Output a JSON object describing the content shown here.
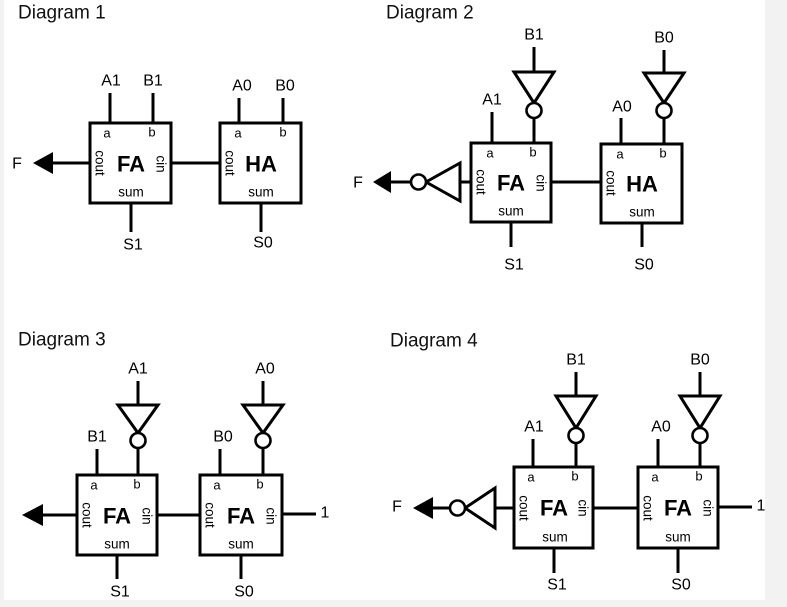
{
  "canvas": {
    "bg": "#ffffff",
    "margin": "#f2f2f2",
    "ink": "#000000"
  },
  "d1": {
    "title": "Diagram 1",
    "in_a1": "A1",
    "in_b1": "B1",
    "in_a0": "A0",
    "in_b0": "B0",
    "out_f": "F",
    "out_s1": "S1",
    "out_s0": "S0",
    "fa": {
      "label": "FA",
      "a": "a",
      "b": "b",
      "cout": "cout",
      "cin": "cin",
      "sum": "sum"
    },
    "ha": {
      "label": "HA",
      "a": "a",
      "b": "b",
      "cout": "cout",
      "sum": "sum"
    }
  },
  "d2": {
    "title": "Diagram 2",
    "in_a1": "A1",
    "in_b1": "B1",
    "in_a0": "A0",
    "in_b0": "B0",
    "out_f": "F",
    "out_s1": "S1",
    "out_s0": "S0",
    "fa": {
      "label": "FA",
      "a": "a",
      "b": "b",
      "cout": "cout",
      "cin": "cin",
      "sum": "sum"
    },
    "ha": {
      "label": "HA",
      "a": "a",
      "b": "b",
      "cout": "cout",
      "sum": "sum"
    }
  },
  "d3": {
    "title": "Diagram 3",
    "in_a1": "A1",
    "in_b1": "B1",
    "in_a0": "A0",
    "in_b0": "B0",
    "out_s1": "S1",
    "out_s0": "S0",
    "cin_const": "1",
    "fa1": {
      "label": "FA",
      "a": "a",
      "b": "b",
      "cout": "cout",
      "cin": "cin",
      "sum": "sum"
    },
    "fa0": {
      "label": "FA",
      "a": "a",
      "b": "b",
      "cout": "cout",
      "cin": "cin",
      "sum": "sum"
    }
  },
  "d4": {
    "title": "Diagram 4",
    "in_a1": "A1",
    "in_b1": "B1",
    "in_a0": "A0",
    "in_b0": "B0",
    "out_f": "F",
    "out_s1": "S1",
    "out_s0": "S0",
    "cin_const": "1",
    "fa1": {
      "label": "FA",
      "a": "a",
      "b": "b",
      "cout": "cout",
      "cin": "cin",
      "sum": "sum"
    },
    "fa0": {
      "label": "FA",
      "a": "a",
      "b": "b",
      "cout": "cout",
      "cin": "cin",
      "sum": "sum"
    }
  }
}
